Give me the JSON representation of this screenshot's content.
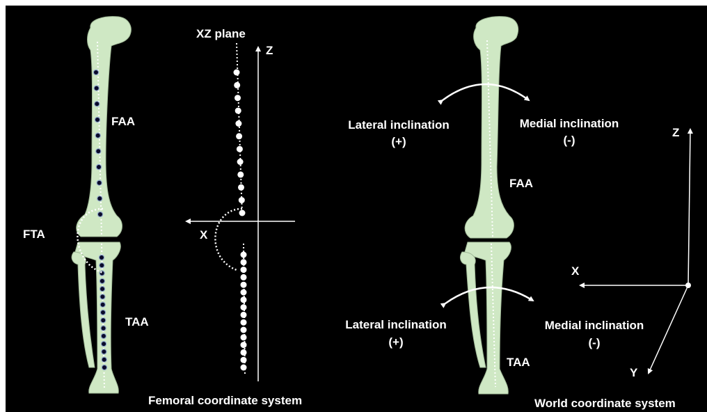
{
  "colors": {
    "background": "#000000",
    "bone": "#cfe8c4",
    "bone_outline": "#9fb896",
    "marker": "#0a0a2a",
    "line": "#ffffff"
  },
  "left_panel": {
    "femur_axis_label": "FAA",
    "tibia_axis_label": "TAA",
    "angle_label": "FTA",
    "plane_label": "XZ plane",
    "x_axis_label": "X",
    "z_axis_label": "Z",
    "caption": "Femoral coordinate system",
    "femur_marker_count": 10,
    "tibia_marker_count": 15,
    "femur_dot_count": 12,
    "tibia_dot_count": 16
  },
  "right_panel": {
    "upper_left_label": "Lateral inclination",
    "upper_left_sign": "(+)",
    "upper_right_label": "Medial inclination",
    "upper_right_sign": "(-)",
    "femur_axis_label": "FAA",
    "lower_left_label": "Lateral inclination",
    "lower_left_sign": "(+)",
    "lower_right_label": "Medial inclination",
    "lower_right_sign": "(-)",
    "tibia_axis_label": "TAA",
    "z_axis_label": "Z",
    "x_axis_label": "X",
    "y_axis_label": "Y",
    "caption": "World coordinate system"
  }
}
